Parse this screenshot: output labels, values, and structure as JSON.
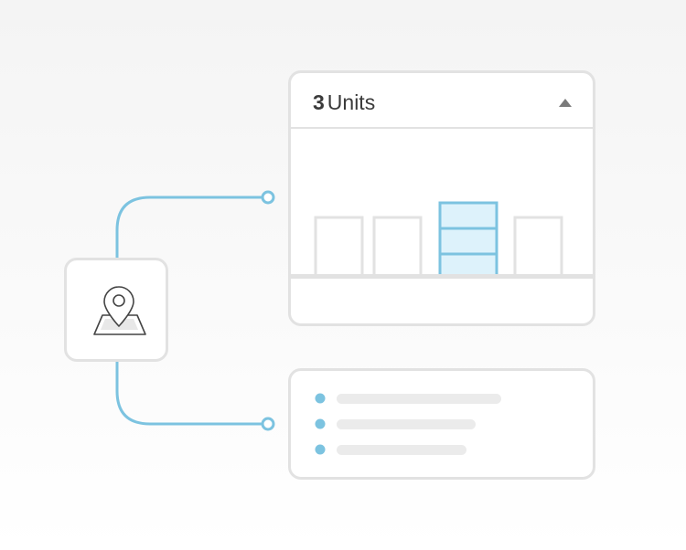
{
  "units_panel": {
    "count": "3",
    "label": "Units",
    "expanded": true,
    "highlighted_slot": 3,
    "slot_count": 4
  },
  "list_panel": {
    "rows": 3
  },
  "colors": {
    "accent": "#7cc3e0",
    "accent_fill": "#ddf2fb",
    "border": "#e2e2e2",
    "placeholder": "#ebebeb",
    "text": "#3a3a3a",
    "icon": "#444444"
  },
  "icons": {
    "location": "map-pin-icon",
    "collapse": "caret-up-icon"
  }
}
